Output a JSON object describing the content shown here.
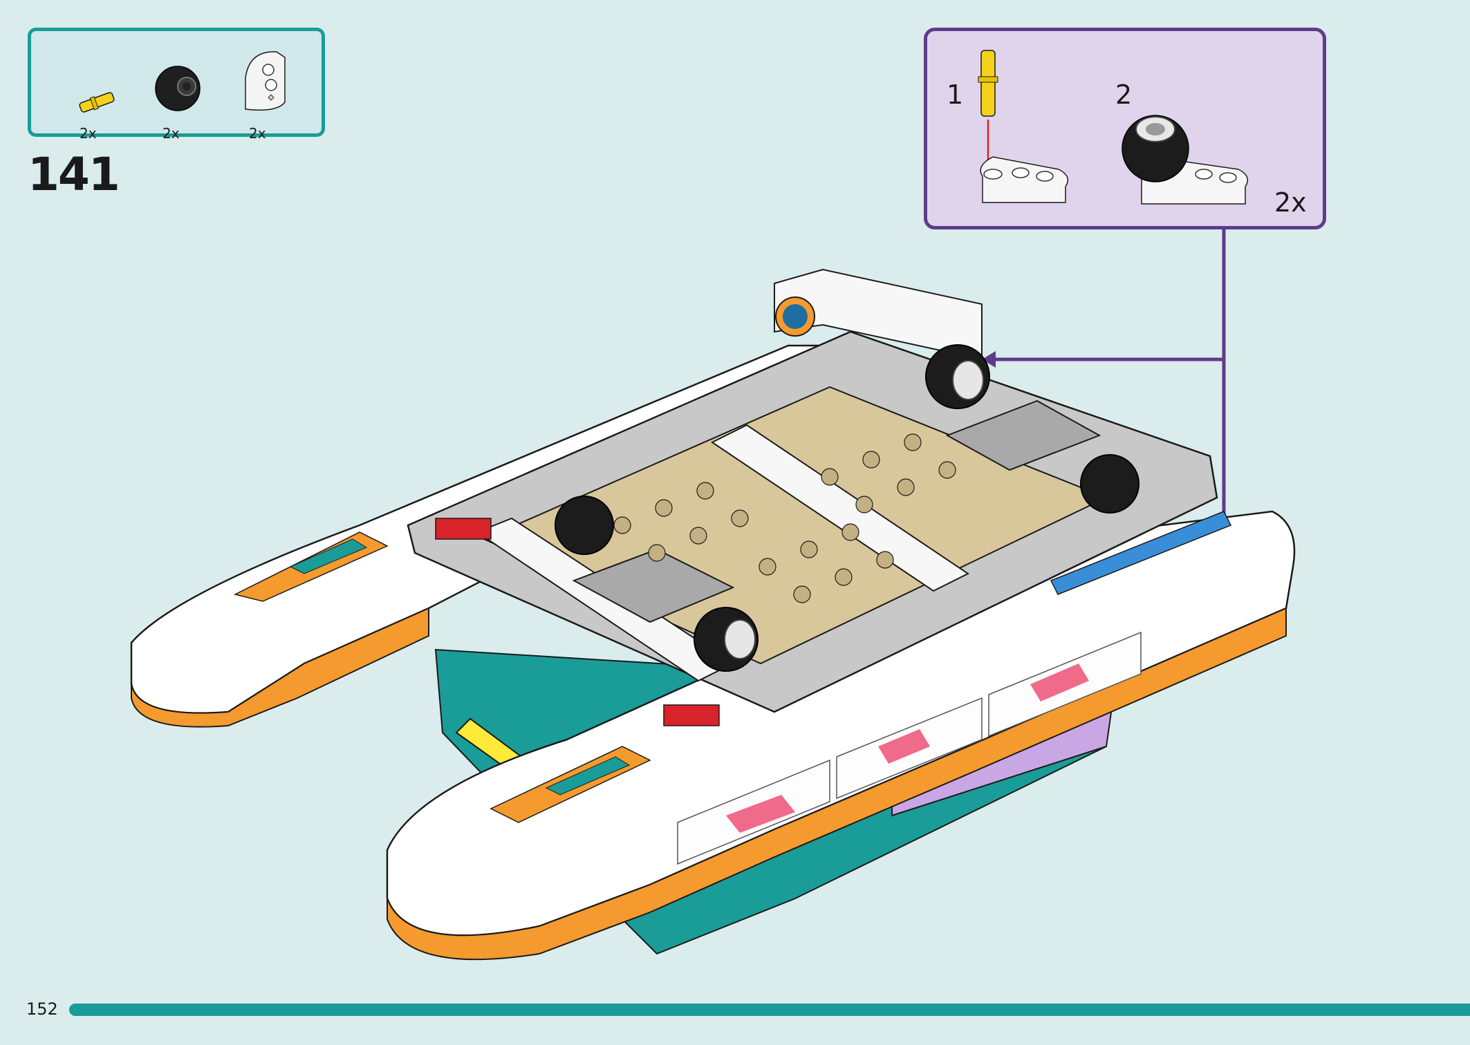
{
  "parts_list": [
    {
      "name": "yellow-pin-icon",
      "qty": "2x"
    },
    {
      "name": "black-wheel-icon",
      "qty": "2x"
    },
    {
      "name": "white-curved-plate-icon",
      "qty": "2x"
    }
  ],
  "step_number": "141",
  "substeps": [
    {
      "num": "1"
    },
    {
      "num": "2",
      "qty": "2x"
    }
  ],
  "page_number": "152",
  "progress_fraction": 1.0,
  "colors": {
    "teal_accent": "#1a9c98",
    "purple_callout": "#5f3b8a",
    "background": "#daecec",
    "pin_yellow": "#f4d21c",
    "arrow_red": "#d8232a"
  }
}
